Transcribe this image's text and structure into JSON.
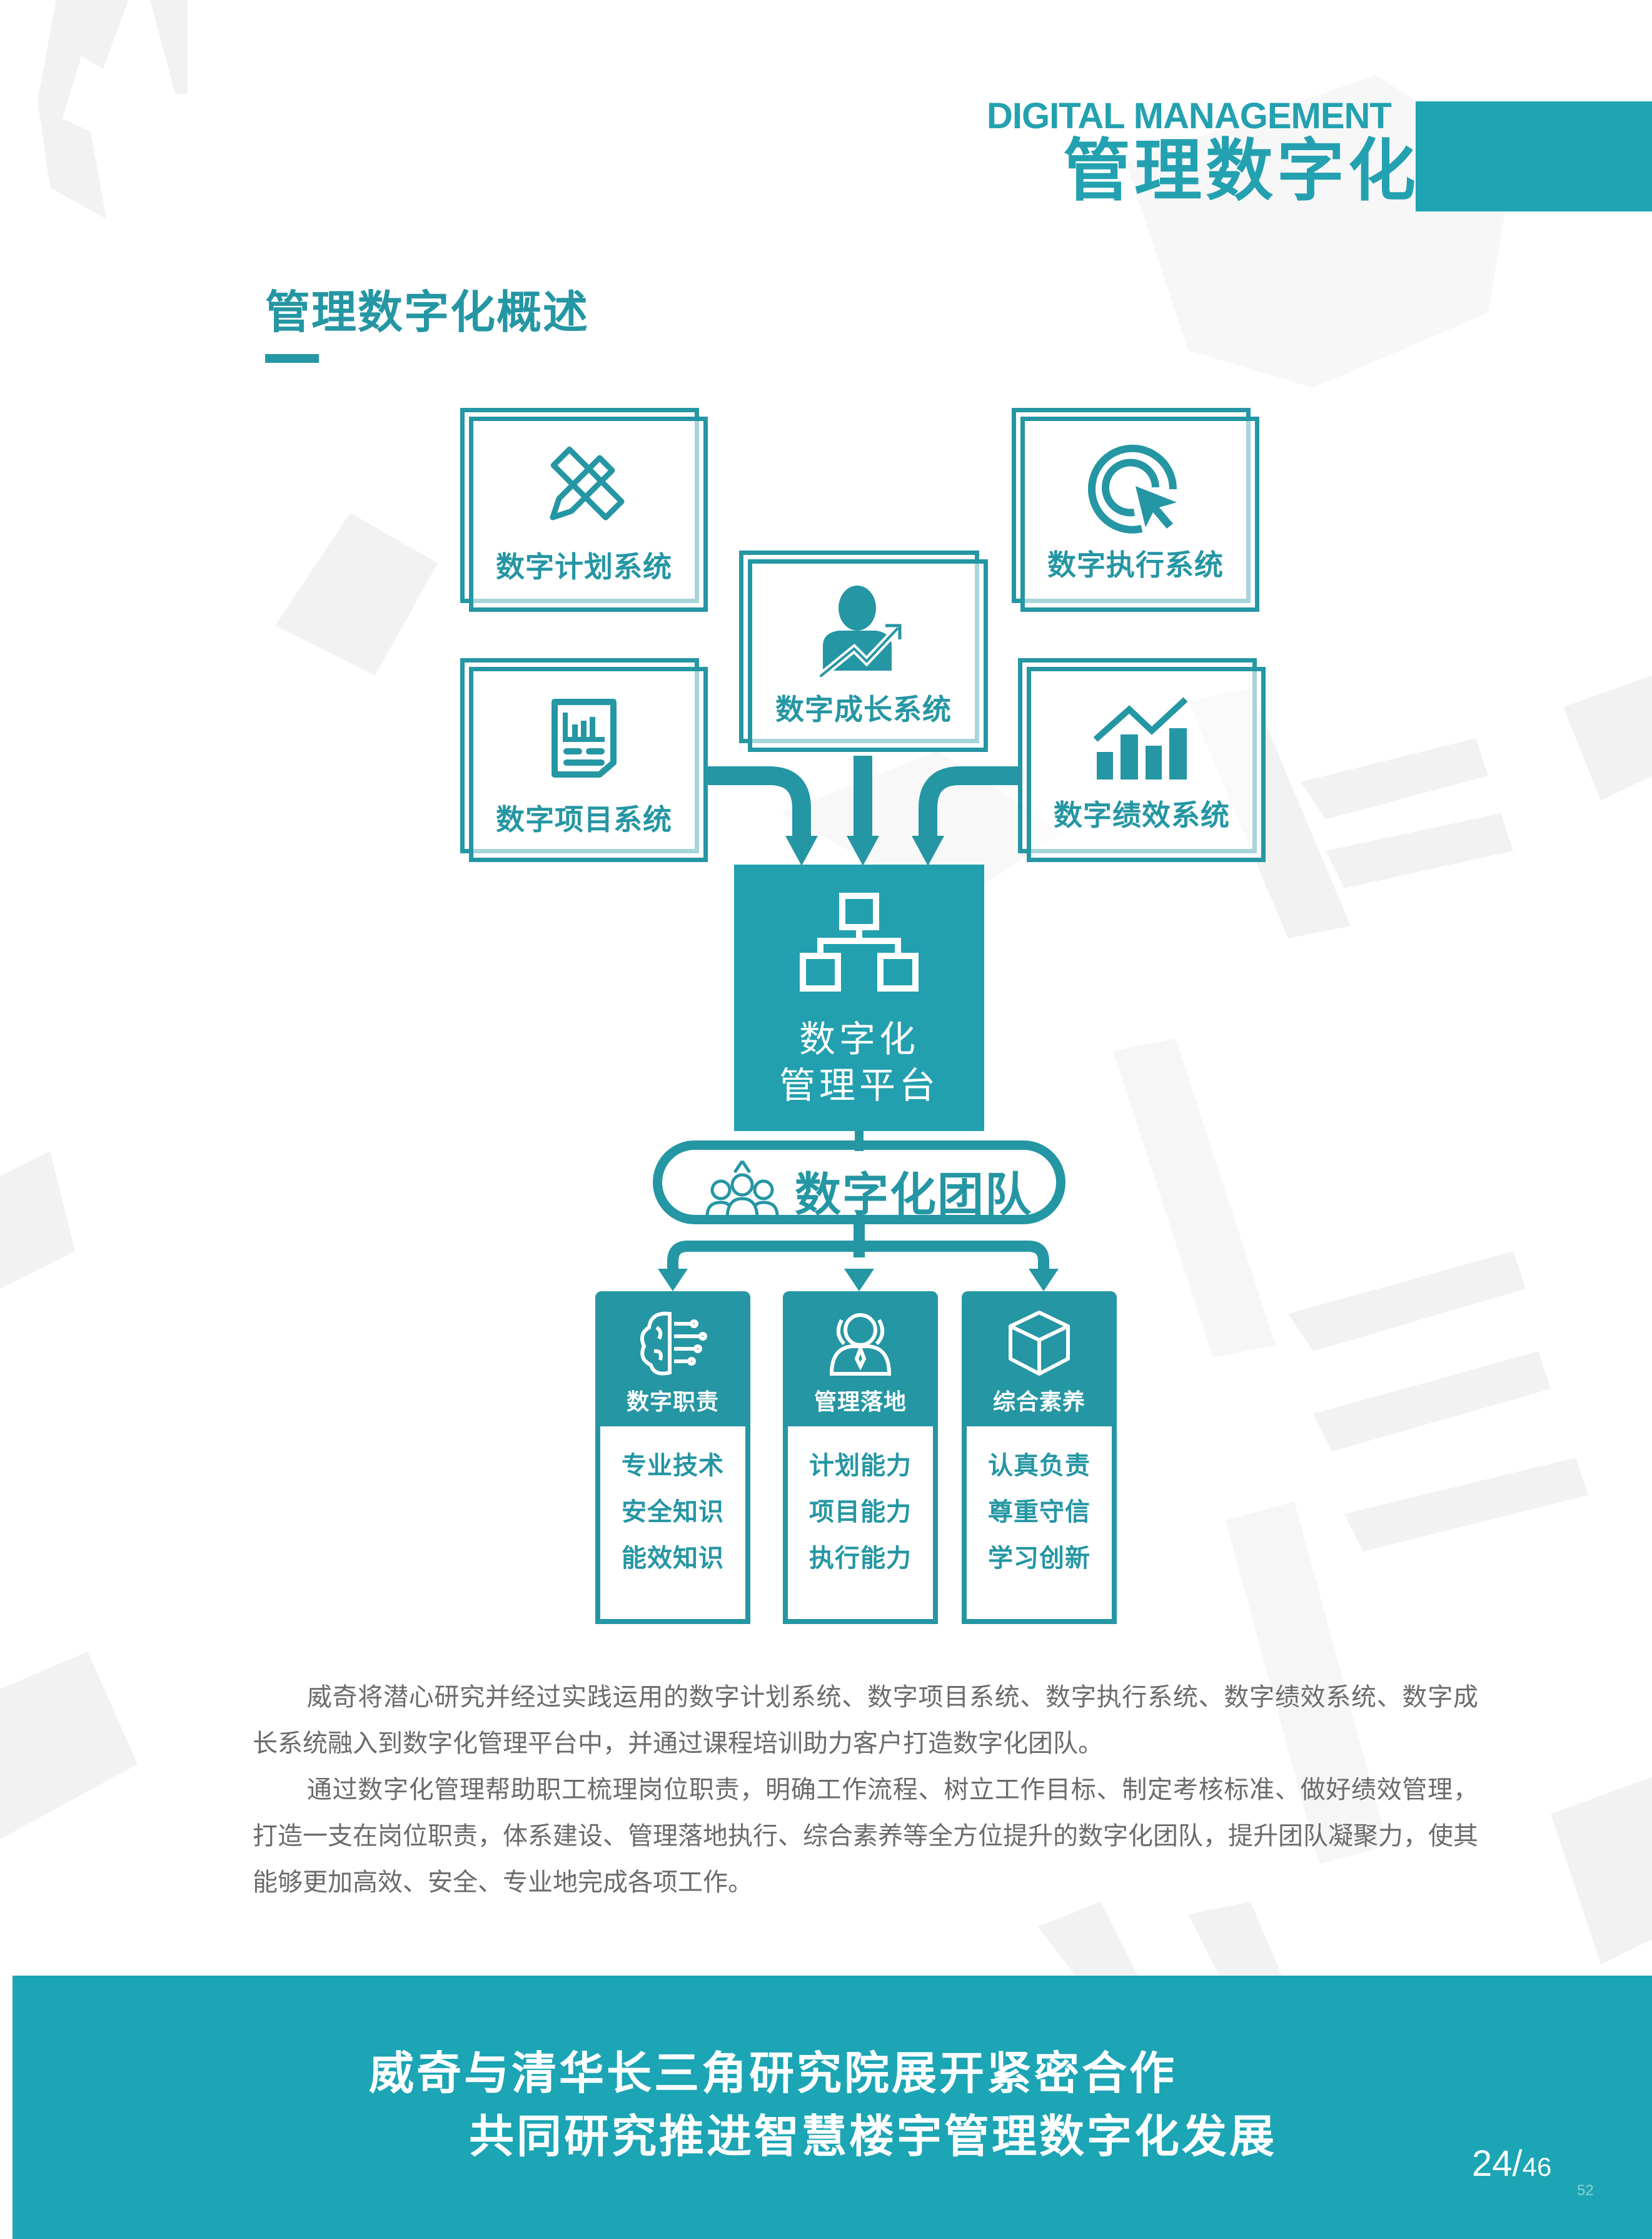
{
  "header": {
    "title_en": "DIGITAL MANAGEMENT",
    "title_cn": "管理数字化"
  },
  "section": {
    "title": "管理数字化概述"
  },
  "systems": [
    {
      "label": "数字计划系统",
      "icon": "pencil-ruler-icon"
    },
    {
      "label": "数字执行系统",
      "icon": "cursor-click-icon"
    },
    {
      "label": "数字成长系统",
      "icon": "person-growth-icon"
    },
    {
      "label": "数字项目系统",
      "icon": "report-document-icon"
    },
    {
      "label": "数字绩效系统",
      "icon": "bar-chart-trend-icon"
    }
  ],
  "platform": {
    "line1": "数字化",
    "line2": "管理平台",
    "icon": "org-hierarchy-icon"
  },
  "team": {
    "label": "数字化团队",
    "icon": "team-group-icon"
  },
  "columns": [
    {
      "title": "数字职责",
      "icon": "brain-circuit-icon",
      "items": [
        "专业技术",
        "安全知识",
        "能效知识"
      ]
    },
    {
      "title": "管理落地",
      "icon": "manager-person-icon",
      "items": [
        "计划能力",
        "项目能力",
        "执行能力"
      ]
    },
    {
      "title": "综合素养",
      "icon": "cube-icon",
      "items": [
        "认真负责",
        "尊重守信",
        "学习创新"
      ]
    }
  ],
  "body": {
    "paragraph1": "威奇将潜心研究并经过实践运用的数字计划系统、数字项目系统、数字执行系统、数字绩效系统、数字成长系统融入到数字化管理平台中，并通过课程培训助力客户打造数字化团队。",
    "paragraph2": "通过数字化管理帮助职工梳理岗位职责，明确工作流程、树立工作目标、制定考核标准、做好绩效管理，打造一支在岗位职责，体系建设、管理落地执行、综合素养等全方位提升的数字化团队，提升团队凝聚力，使其能够更加高效、安全、专业地完成各项工作。"
  },
  "footer": {
    "line1": "威奇与清华长三角研究院展开紧密合作",
    "line2": "共同研究推进智慧楼宇管理数字化发展",
    "page_current": "24",
    "page_separator": "/",
    "page_total": "46",
    "page_sub": "52"
  },
  "colors": {
    "primary": "#2596a3",
    "header_accent": "#1fa4b4",
    "footer_bg": "#1ba5b5",
    "body_text": "#6b6b6b"
  }
}
